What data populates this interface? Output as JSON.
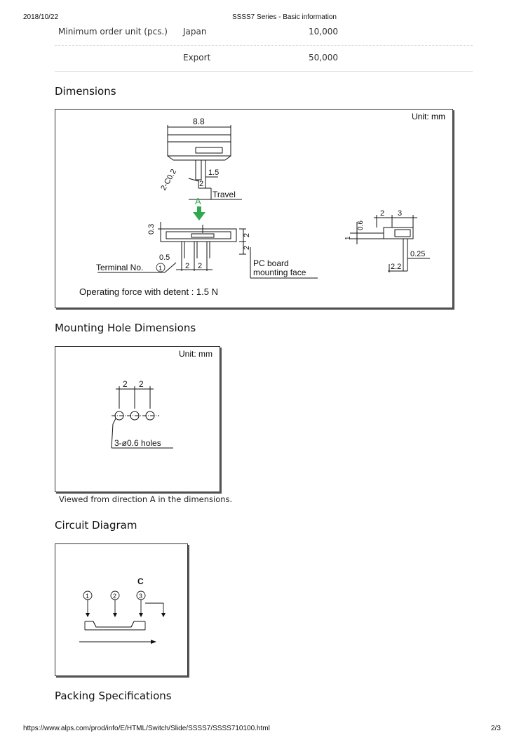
{
  "print_header": {
    "date": "2018/10/22",
    "title": "SSSS7 Series - Basic information"
  },
  "order_table": {
    "label": "Minimum order unit (pcs.)",
    "rows": [
      {
        "region": "Japan",
        "quantity": "10,000"
      },
      {
        "region": "Export",
        "quantity": "50,000"
      }
    ]
  },
  "sections": {
    "dimensions": "Dimensions",
    "mounting_hole": "Mounting Hole Dimensions",
    "circuit": "Circuit Diagram",
    "packing": "Packing Specifications"
  },
  "dimensions_figure": {
    "unit": "Unit: mm",
    "dim_width": "8.8",
    "dim_chamfer": "2-C0.2",
    "dim_1_5": "1.5",
    "dim_travel_value": "2",
    "travel_label": "Travel",
    "arrow_label": "A",
    "dim_0_3": "0.3",
    "dim_0_5": "0.5",
    "terminal_label": "Terminal No.",
    "terminal_num": "1",
    "pitch_1": "2",
    "pitch_2": "2",
    "height_1": "2",
    "height_2": "2",
    "pc_board_line1": "PC board",
    "pc_board_line2": "mounting face",
    "side_0_6": "0.6",
    "side_1": "1",
    "side_2": "2",
    "side_3": "3",
    "side_0_25": "0.25",
    "side_2_2": "2.2",
    "operating_force": "Operating force with detent : 1.5 N"
  },
  "mounting_figure": {
    "unit": "Unit: mm",
    "pitch_1": "2",
    "pitch_2": "2",
    "holes_label": "3-ø0.6 holes"
  },
  "mounting_caption": "Viewed from direction A in the dimensions.",
  "circuit_figure": {
    "contact_label": "C",
    "terminal_1": "1",
    "terminal_2": "2",
    "terminal_3": "3"
  },
  "print_footer": {
    "url": "https://www.alps.com/prod/info/E/HTML/Switch/Slide/SSSS7/SSSS710100.html",
    "page": "2/3"
  }
}
